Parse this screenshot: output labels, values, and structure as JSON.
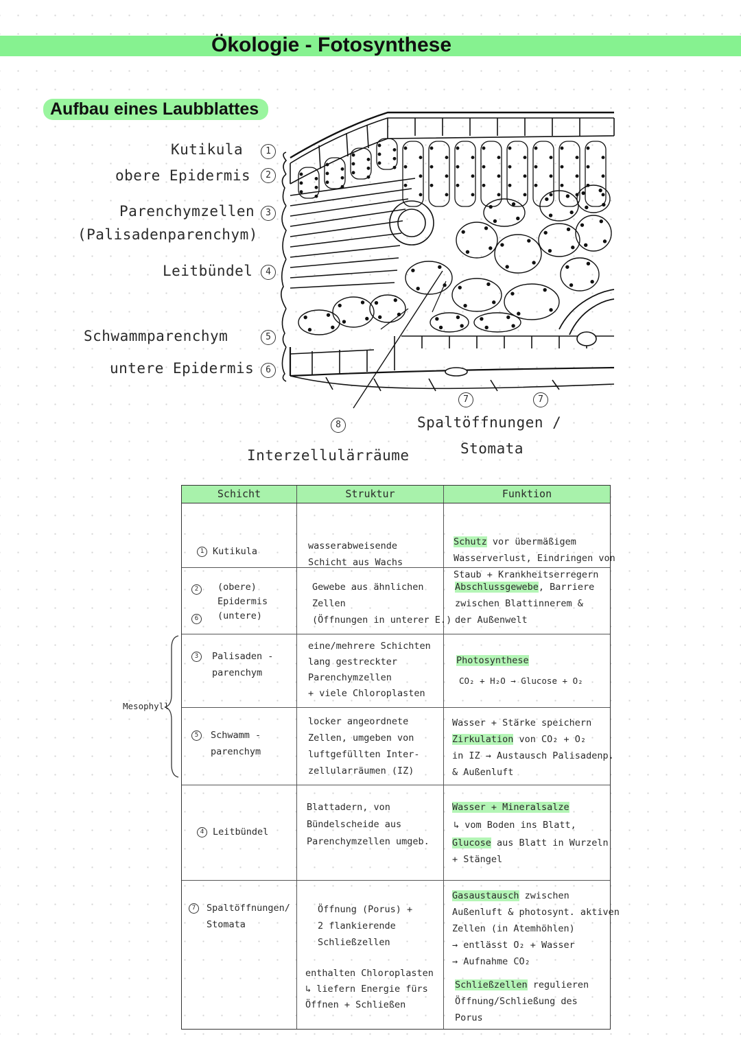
{
  "page": {
    "title": "Ökologie - Fotosynthese",
    "section_heading": "Aufbau eines Laubblattes"
  },
  "diagram_labels": [
    {
      "num": "1",
      "text": "Kutikula"
    },
    {
      "num": "2",
      "text": "obere Epidermis"
    },
    {
      "num": "3",
      "text": "Parenchymzellen",
      "text2": "(Palisadenparenchym)"
    },
    {
      "num": "4",
      "text": "Leitbündel"
    },
    {
      "num": "5",
      "text": "Schwammparenchym"
    },
    {
      "num": "6",
      "text": "untere Epidermis"
    }
  ],
  "diagram_callouts": {
    "stomata_num_a": "7",
    "stomata_num_b": "7",
    "stomata_label": "Spaltöffnungen /",
    "stomata_label2": "Stomata",
    "intercellular_num": "8",
    "intercellular_label": "Interzellulärräume"
  },
  "table": {
    "headers": [
      "Schicht",
      "Struktur",
      "Funktion"
    ],
    "mesophyll_label": "Mesophyll",
    "rows": [
      {
        "layer_nums": [
          "1"
        ],
        "layer": "Kutikula",
        "structure": "wasserabweisende\nSchicht aus Wachs",
        "function_hl": "Schutz",
        "function": " vor übermäßigem\nWasserverlust, Eindringen von\nStaub + Krankheitserregern"
      },
      {
        "layer_nums": [
          "2",
          "6"
        ],
        "layer": "(obere)\nEpidermis\n(untere)",
        "structure": "Gewebe aus ähnlichen\nZellen\n(Öffnungen in unterer E.)",
        "function_hl": "Abschlussgewebe",
        "function": ", Barriere\nzwischen Blattinnerem &\nder Außenwelt"
      },
      {
        "layer_nums": [
          "3"
        ],
        "layer": "Palisaden -\nparenchym",
        "structure": "eine/mehrere Schichten\nlang gestreckter\nParenchymzellen\n+ viele Chloroplasten",
        "function_hl": "Photosynthese",
        "function": "CO₂ + H₂O → Glucose + O₂"
      },
      {
        "layer_nums": [
          "5"
        ],
        "layer": "Schwamm -\nparenchym",
        "structure": "locker angeordnete\nZellen, umgeben von\nluftgefüllten Inter-\nzellularräumen (IZ)",
        "function_pre": "Wasser + Stärke speichern",
        "function_hl": "Zirkulation",
        "function": " von CO₂ + O₂\nin IZ → Austausch Palisadenp.\n& Außenluft"
      },
      {
        "layer_nums": [
          "4"
        ],
        "layer": "Leitbündel",
        "structure": "Blattadern, von\nBündelscheide aus\nParenchymzellen umgeb.",
        "function_hl": "Wasser + Mineralsalze",
        "function": "↳ vom Boden ins Blatt,",
        "function_hl2": "Glucose",
        "function2": " aus Blatt in Wurzeln\n+ Stängel"
      },
      {
        "layer_nums": [
          "7"
        ],
        "layer": "Spaltöffnungen/\nStomata",
        "structure": "Öffnung (Porus) +\n2 flankierende\nSchließzellen",
        "structure2": "enthalten Chloroplasten\n↳ liefern Energie fürs\nÖffnen + Schließen",
        "function_hl": "Gasaustausch",
        "function": " zwischen\nAußenluft & photosynt. aktiven\nZellen (in Atemhöhlen)\n→ entlässt O₂ + Wasser\n→ Aufnahme CO₂",
        "function_hl2": "Schließzellen",
        "function2": " regulieren\nÖffnung/Schließung des\nPorus"
      }
    ]
  }
}
